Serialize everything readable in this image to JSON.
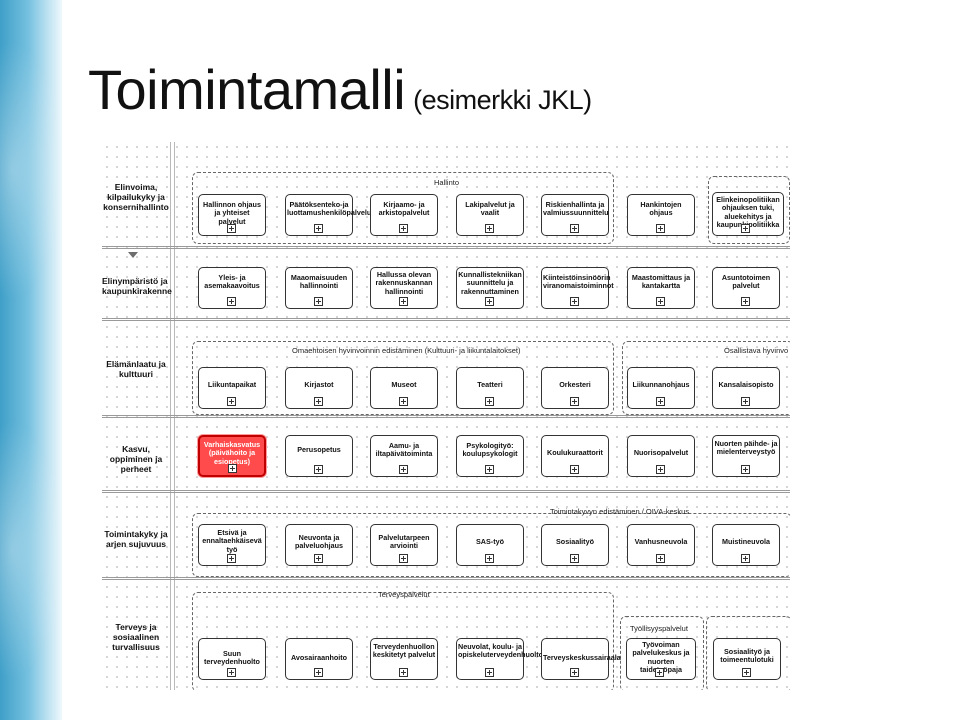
{
  "title": "Toimintamalli",
  "subtitle": "(esimerkki JKL)",
  "colors": {
    "highlight_fill": "#ff4b4b",
    "highlight_border": "#c00000",
    "sidebar": "#5ab0d6"
  },
  "lanes": [
    {
      "label": "Elinvoima, kilpailukyky ja konsernihallinto",
      "groups": [
        "Hallinto"
      ],
      "nodes": [
        "Hallinnon ohjaus ja yhteiset palvelut",
        "Päätöksenteko-ja luottamushenkilöpalvelut",
        "Kirjaamo- ja arkistopalvelut",
        "Lakipalvelut ja vaalit",
        "Riskienhallinta ja valmiussuunnittelu",
        "Hankintojen ohjaus",
        "Elinkeinopolitiikan ohjauksen tuki, aluekehitys ja kaupunkipolitiikka"
      ]
    },
    {
      "label": "Elinympäristö ja kaupunkirakenne",
      "groups": [],
      "nodes": [
        "Yleis- ja asemakaavoitus",
        "Maaomaisuuden hallinnointi",
        "Hallussa olevan rakennuskannan hallinnointi",
        "Kunnallistekniikan suunnittelu ja rakennuttaminen",
        "Kiinteistöinsinöörin viranomaistoiminnot",
        "Maastomittaus ja kantakartta",
        "Asuntotoimen palvelut"
      ]
    },
    {
      "label": "Elämänlaatu ja kulttuuri",
      "groups": [
        "Omaehtoisen hyvinvoinnin edistäminen (Kulttuuri- ja liikuntalaitokset)",
        "Osallistava hyvinvo"
      ],
      "nodes": [
        "Liikuntapaikat",
        "Kirjastot",
        "Museot",
        "Teatteri",
        "Orkesteri",
        "Liikunnanohjaus",
        "Kansalaisopisto"
      ]
    },
    {
      "label": "Kasvu, oppiminen ja perheet",
      "groups": [],
      "nodes": [
        "Varhaiskasvatus (päivähoito ja esiopetus)",
        "Perusopetus",
        "Aamu- ja iltapäivätoiminta",
        "Psykologityö: koulupsykologit",
        "Koulukuraattorit",
        "Nuorisopalvelut",
        "Nuorten päihde- ja mielenterveystyö"
      ]
    },
    {
      "label": "Toimintakyky ja arjen sujuvuus",
      "groups": [
        "Toimintakyvyn edistäminen / OIVA-keskus"
      ],
      "nodes": [
        "Etsivä ja ennaltaehkäisevä työ",
        "Neuvonta ja palveluohjaus",
        "Palvelutarpeen arviointi",
        "SAS-työ",
        "Sosiaalityö",
        "Vanhusneuvola",
        "Muistineuvola"
      ]
    },
    {
      "label": "Terveys ja sosiaalinen turvallisuus",
      "groups": [
        "Terveyspalvelut",
        "Työllisyyspalvelut"
      ],
      "nodes": [
        "Suun terveydenhuolto",
        "Avosairaanhoito",
        "Terveydenhuollon keskitetyt palvelut",
        "Neuvolat, koulu- ja opiskeluterveydenhuolto",
        "Terveyskeskussairaala",
        "Työvoiman palvelukeskus ja nuorten taidetyöpaja",
        "Sosiaalityö ja toimeentulotuki"
      ]
    }
  ]
}
